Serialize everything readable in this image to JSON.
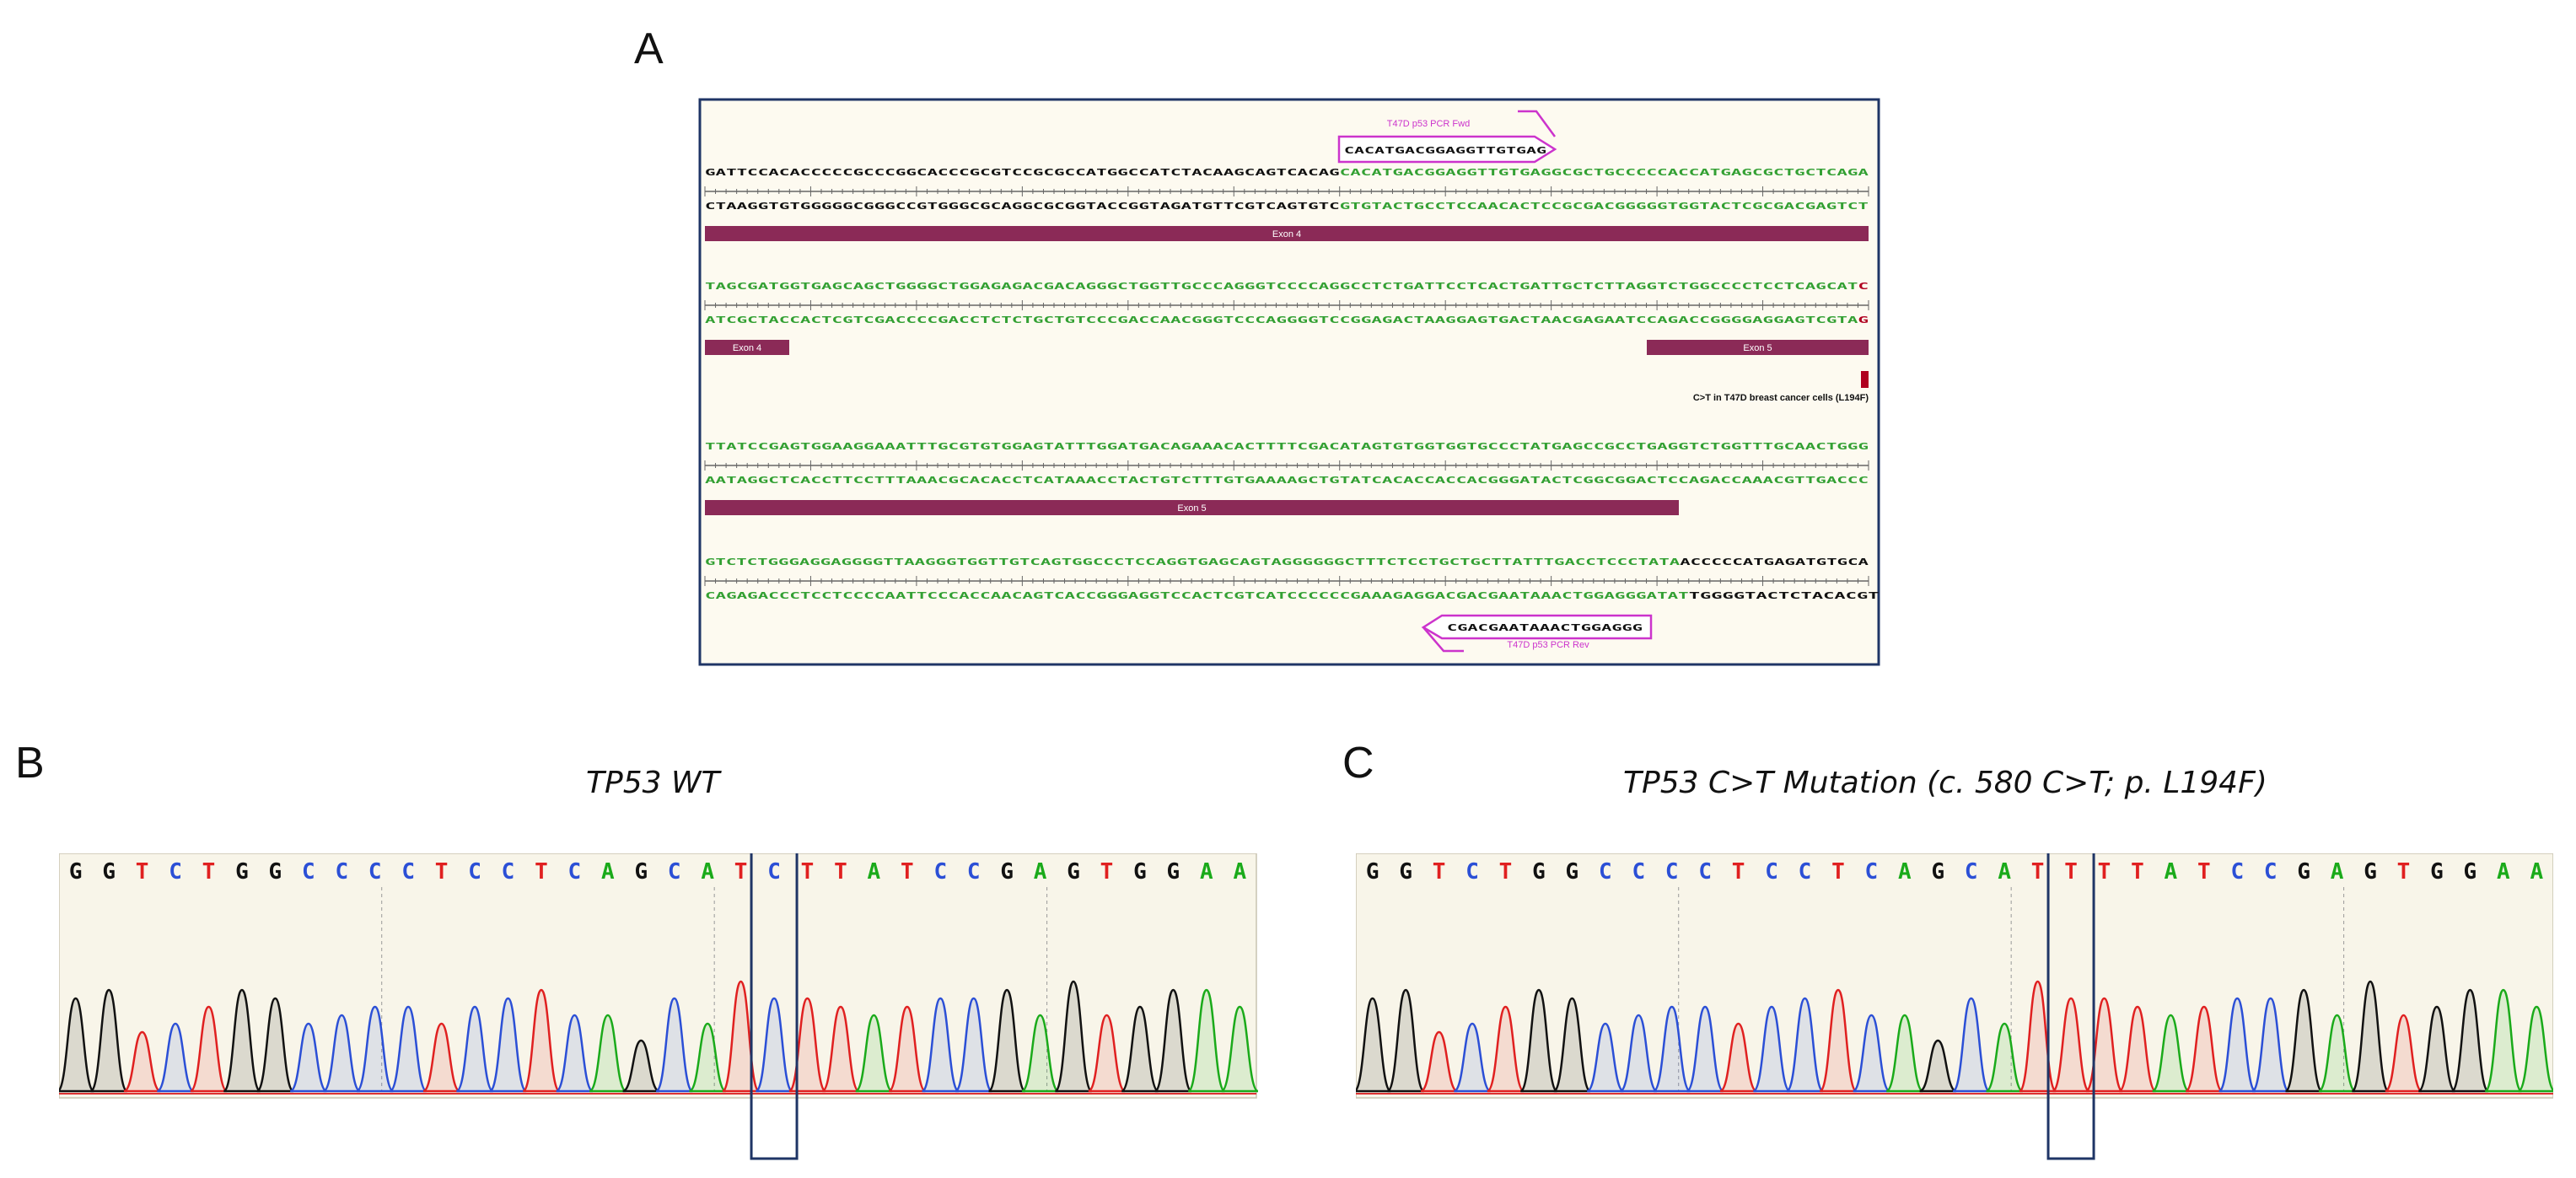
{
  "panels": {
    "a": {
      "letter": "A"
    },
    "b": {
      "letter": "B",
      "title": "TP53 WT"
    },
    "c": {
      "letter": "C",
      "title": "TP53 C>T Mutation (c. 580 C>T; p. L194F)"
    }
  },
  "colors": {
    "A": "#1aaa1a",
    "C": "#2b4fd6",
    "G": "#111111",
    "T": "#e02020",
    "exon": "#8b2a57",
    "primer": "#cc33cc",
    "frame": "#1f3566",
    "mapBg": "#fdfaf0",
    "traceBg": "#f8f5e9",
    "mutation": "#b00020",
    "exonSeq": "#33a033",
    "intronSeq": "#111111"
  },
  "seqmap": {
    "rows": [
      {
        "top": "GATTCCACACCCCCGCCCGGCACCCGCGTCCGCGCCATGGCCATCTACAAGCAGTCACAGCACATGACGGAGGTTGTGAGGCGCTGCCCCCACCATGAGCGCTGCTCAGA",
        "bottom": "CTAAGGTGTGGGGGCGGGCCGTGGGCGCAGGCGCGGTACCGGTAGATGTTCGTCAGTGTCGTGTACTGCCTCCAACACTCCGCGACGGGGGTGGTACTCGCGACGAGTCT",
        "exon_start_index": 60,
        "bars": [
          {
            "label": "Exon 4"
          }
        ],
        "primer_top": {
          "label": "T47D p53 PCR Fwd",
          "seq": "CACATGACGGAGGTTGTGAG"
        }
      },
      {
        "top": "TAGCGATGGTGAGCAGCTGGGGCTGGAGAGACGACAGGGCTGGTTGCCCAGGGTCCCCAGGCCTCTGATTCCTCACTGATTGCTCTTAGGTCTGGCCCCTCCTCAGCATC",
        "bottom": "ATCGCTACCACTCGTCGACCCCGACCTCTCTGCTGTCCCGACCAACGGGTCCCAGGGGTCCGGAGACTAAGGAGTGACTAACGAGAATCCAGACCGGGGAGGAGTCGTAG",
        "mutation_label": "C>T in T47D breast cancer cells (L194F)",
        "bars": [
          {
            "label": "Exon 4"
          },
          {
            "label": "Exon 5"
          }
        ]
      },
      {
        "top": "TTATCCGAGTGGAAGGAAATTTGCGTGTGGAGTATTTGGATGACAGAAACACTTTTCGACATAGTGTGGTGGTGCCCTATGAGCCGCCTGAGGTCTGGTTTGCAACTGGG",
        "bottom": "AATAGGCTCACCTTCCTTTAAACGCACACCTCATAAACCTACTGTCTTTGTGAAAAGCTGTATCACACCACCACGGGATACTCGGCGGACTCCAGACCAAACGTTGACCC",
        "bars": [
          {
            "label": "Exon 5"
          }
        ]
      },
      {
        "top": "GTCTCTGGGAGGAGGGGTTAAGGGTGGTTGTCAGTGGCCCTCCAGGTGAGCAGTAGGGGGGCTTTCTCCTGCTGCTTATTTGACCTCCCTATAACCCCCATGAGATGTGCA",
        "bottom": "CAGAGACCCTCCTCCCCAATTCCCACCAACAGTCACCGGGAGGTCCACTCGTCATCCCCCCGAAAGAGGACGACGAATAAACTGGAGGGATATTGGGGTACTCTACACGT",
        "exon_end_index": 93,
        "primer_bottom": {
          "label": "T47D p53 PCR Rev",
          "seq": "CGACGAATAAACTGGAGGG"
        }
      }
    ]
  },
  "traces": {
    "wt": {
      "bases": "GGTCTGGCCCCTCCTCAGCATCTTATCCGAGTGGAA",
      "box_index": 21
    },
    "mut": {
      "bases": "GGTCTGGCCCCTCCTCAGCATTTTATCCGAGTGGAA",
      "box_index": 21
    }
  }
}
